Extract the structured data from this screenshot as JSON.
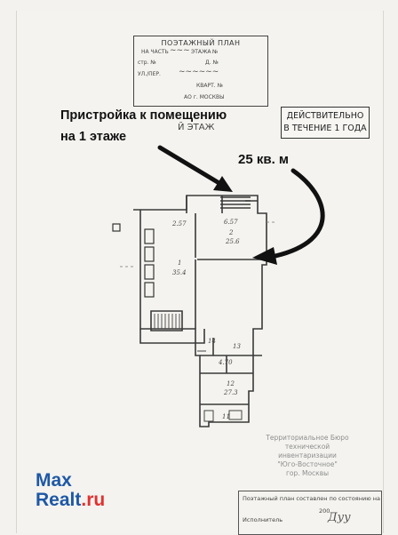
{
  "stamp": {
    "title": "ПОЭТАЖНЫЙ ПЛАН",
    "line1": "НА ЧАСТЬ",
    "line1b": "ЭТАЖА",
    "line1c": "№",
    "line2a": "стр. №",
    "line2b": "Д. №",
    "line3": "УЛ./ПЕР.",
    "line4": "КВАРТ. №",
    "line5": "АО г. МОСКВЫ"
  },
  "validity": {
    "line1": "ДЕЙСТВИТЕЛЬНО",
    "line2": "В ТЕЧЕНИЕ 1 ГОДА"
  },
  "annotation": {
    "line1": "Пристройка к помещению",
    "line2": "на 1 этаже",
    "area": "25 кв. м"
  },
  "floor_label": "Й ЭТАЖ",
  "rooms": [
    {
      "id": "room-1",
      "number": "1",
      "area": "35.4"
    },
    {
      "id": "room-2",
      "number": "2",
      "area": "25.6"
    },
    {
      "id": "room-12",
      "number": "12",
      "area": "27.3"
    },
    {
      "id": "room-13",
      "number": "13",
      "area": ""
    },
    {
      "id": "room-14",
      "number": "14",
      "area": ""
    },
    {
      "id": "room-11",
      "number": "11",
      "area": ""
    }
  ],
  "dimensions": {
    "d1": "2.57",
    "d2": "6.57",
    "d3": "4.70"
  },
  "bureau": {
    "line1": "Территориальное Бюро",
    "line2": "технической инвентаризации",
    "line3": "\"Юго-Восточное\"",
    "line4": "гор. Москвы"
  },
  "bottom_box": {
    "line1": "Поэтажный план составлен по состоянию на",
    "line2": "Исполнитель",
    "year": "200"
  },
  "logo": {
    "part1": "Max",
    "part2": "Realt",
    "part3": ".ru"
  },
  "colors": {
    "logo_blue": "#1e58a6",
    "logo_red": "#e03131"
  }
}
